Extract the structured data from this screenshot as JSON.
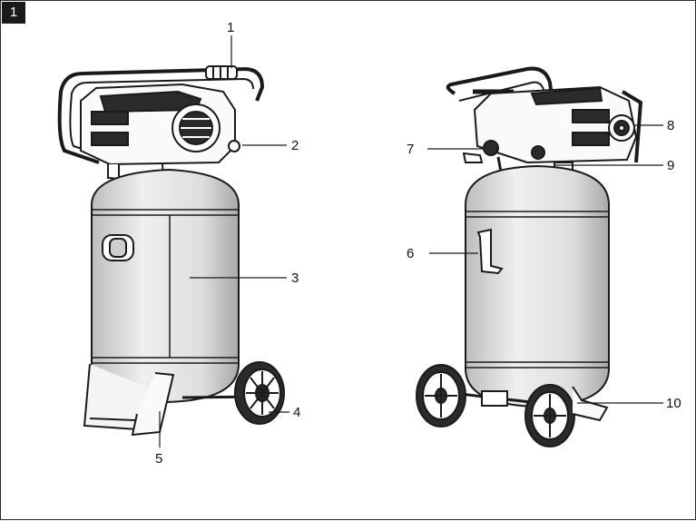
{
  "figure": {
    "number": "1"
  },
  "callouts": {
    "c1": "1",
    "c2": "2",
    "c3": "3",
    "c4": "4",
    "c5": "5",
    "c6": "6",
    "c7": "7",
    "c8": "8",
    "c9": "9",
    "c10": "10"
  },
  "colors": {
    "ink": "#1a1a1a",
    "tank_fill": "#e6e6e6",
    "dark_fill": "#2b2b2b"
  }
}
